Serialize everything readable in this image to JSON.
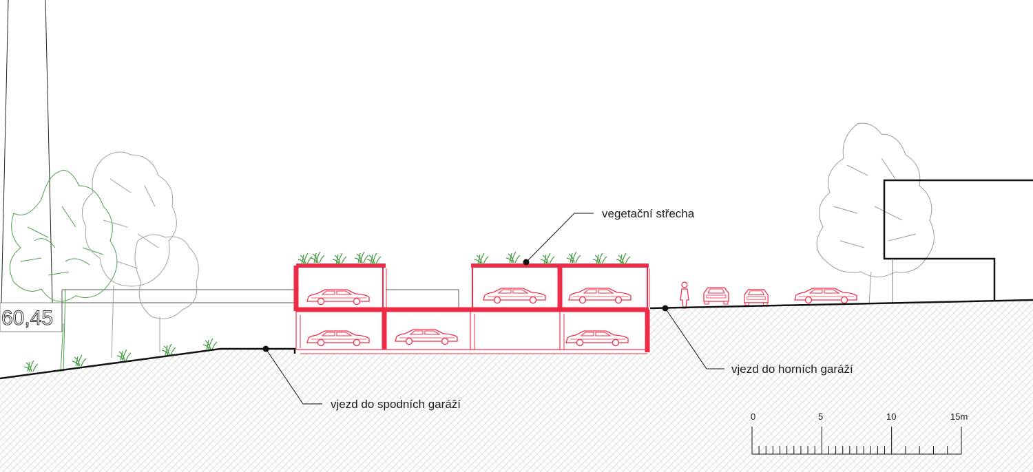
{
  "elevation_label": "60,45",
  "callouts": {
    "roof": "vegetační střecha",
    "upper_entry": "vjezd do horních garáží",
    "lower_entry": "vjezd do spodních garáží"
  },
  "scale_bar": {
    "ticks": [
      "0",
      "5",
      "10",
      "15m"
    ]
  },
  "colors": {
    "structure": "#ee2b47",
    "ground_line": "#111111",
    "vegetation": "#3f9a3f",
    "tree_gray": "#9a9a9a",
    "hatch": "#d4d4d4"
  }
}
